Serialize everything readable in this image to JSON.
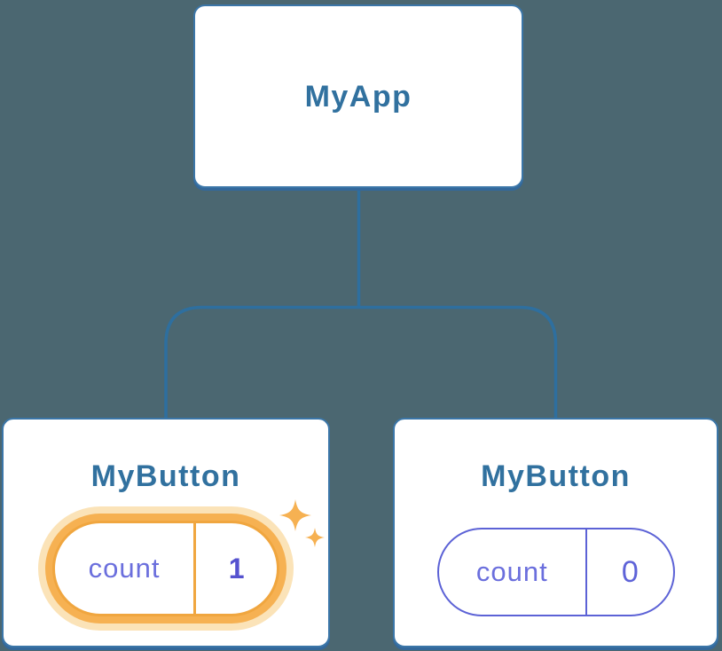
{
  "diagram": {
    "root": {
      "label": "MyApp"
    },
    "children": [
      {
        "label": "MyButton",
        "state": {
          "label": "count",
          "value": "1"
        },
        "highlighted": true,
        "icon": "sparkles-icon"
      },
      {
        "label": "MyButton",
        "state": {
          "label": "count",
          "value": "0"
        },
        "highlighted": false
      }
    ]
  },
  "colors": {
    "background": "#4b6771",
    "card_bg": "#ffffff",
    "card_border": "#3b76a8",
    "card_border_bottom": "#33689b",
    "connector": "#2e6f9f",
    "title_text": "#31719f",
    "state_text": "#6b6fdd",
    "state_border": "#5c62d6",
    "state_value_plain": "#5e63d8",
    "state_value_bold": "#5552cf",
    "highlight_border": "#f0a63f",
    "highlight_ring": "#f6b152",
    "highlight_halo": "#fbe3b8"
  }
}
